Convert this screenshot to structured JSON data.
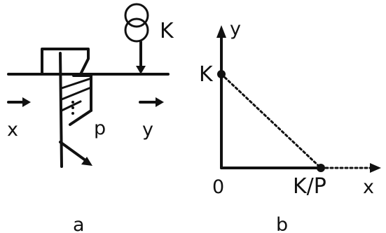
{
  "panel_a": {
    "caption": "a",
    "source_label": "K",
    "input_label": "x",
    "output_label": "y",
    "element_label": "p"
  },
  "panel_b": {
    "caption": "b",
    "y_axis_label": "y",
    "x_axis_label": "x",
    "origin_label": "0",
    "y_intercept_label": "K",
    "x_intercept_label": "K/P"
  }
}
